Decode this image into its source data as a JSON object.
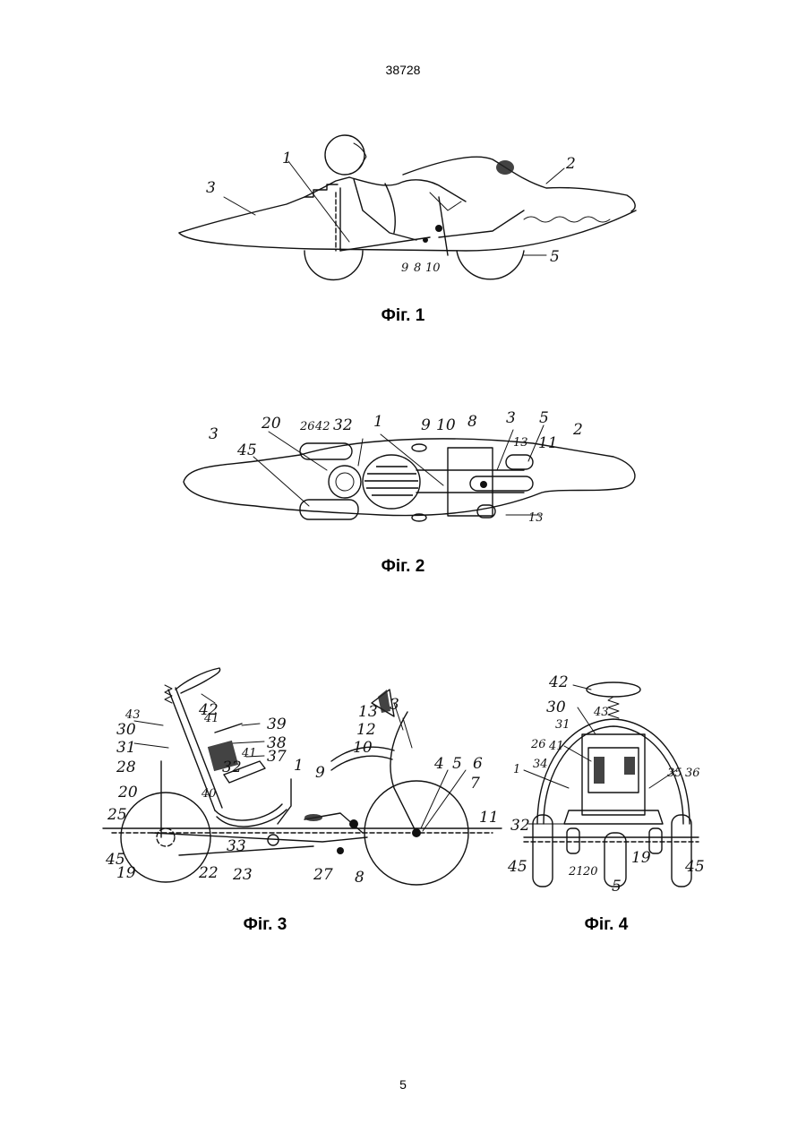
{
  "header": {
    "doc_number": "38728"
  },
  "footer": {
    "page_number": "5"
  },
  "figures": [
    {
      "caption": "Фіг. 1",
      "labels": [
        "1",
        "2",
        "3",
        "5",
        "9",
        "8",
        "10"
      ]
    },
    {
      "caption": "Фіг. 2",
      "labels": [
        "3",
        "20",
        "26",
        "42",
        "32",
        "1",
        "9",
        "10",
        "8",
        "3",
        "5",
        "2",
        "45",
        "13",
        "11",
        "13"
      ]
    },
    {
      "caption": "Фіг. 3",
      "labels": [
        "43",
        "42",
        "41",
        "39",
        "30",
        "38",
        "31",
        "41",
        "37",
        "28",
        "20",
        "25",
        "45",
        "19",
        "22",
        "40",
        "32",
        "33",
        "23",
        "1",
        "9",
        "27",
        "8",
        "13",
        "3",
        "12",
        "10",
        "4",
        "5",
        "6",
        "7",
        "11"
      ]
    },
    {
      "caption": "Фіг. 4",
      "labels": [
        "42",
        "43",
        "30",
        "31",
        "26",
        "41",
        "34",
        "1",
        "35",
        "36",
        "32",
        "45",
        "21",
        "20",
        "5",
        "19",
        "45"
      ]
    }
  ]
}
